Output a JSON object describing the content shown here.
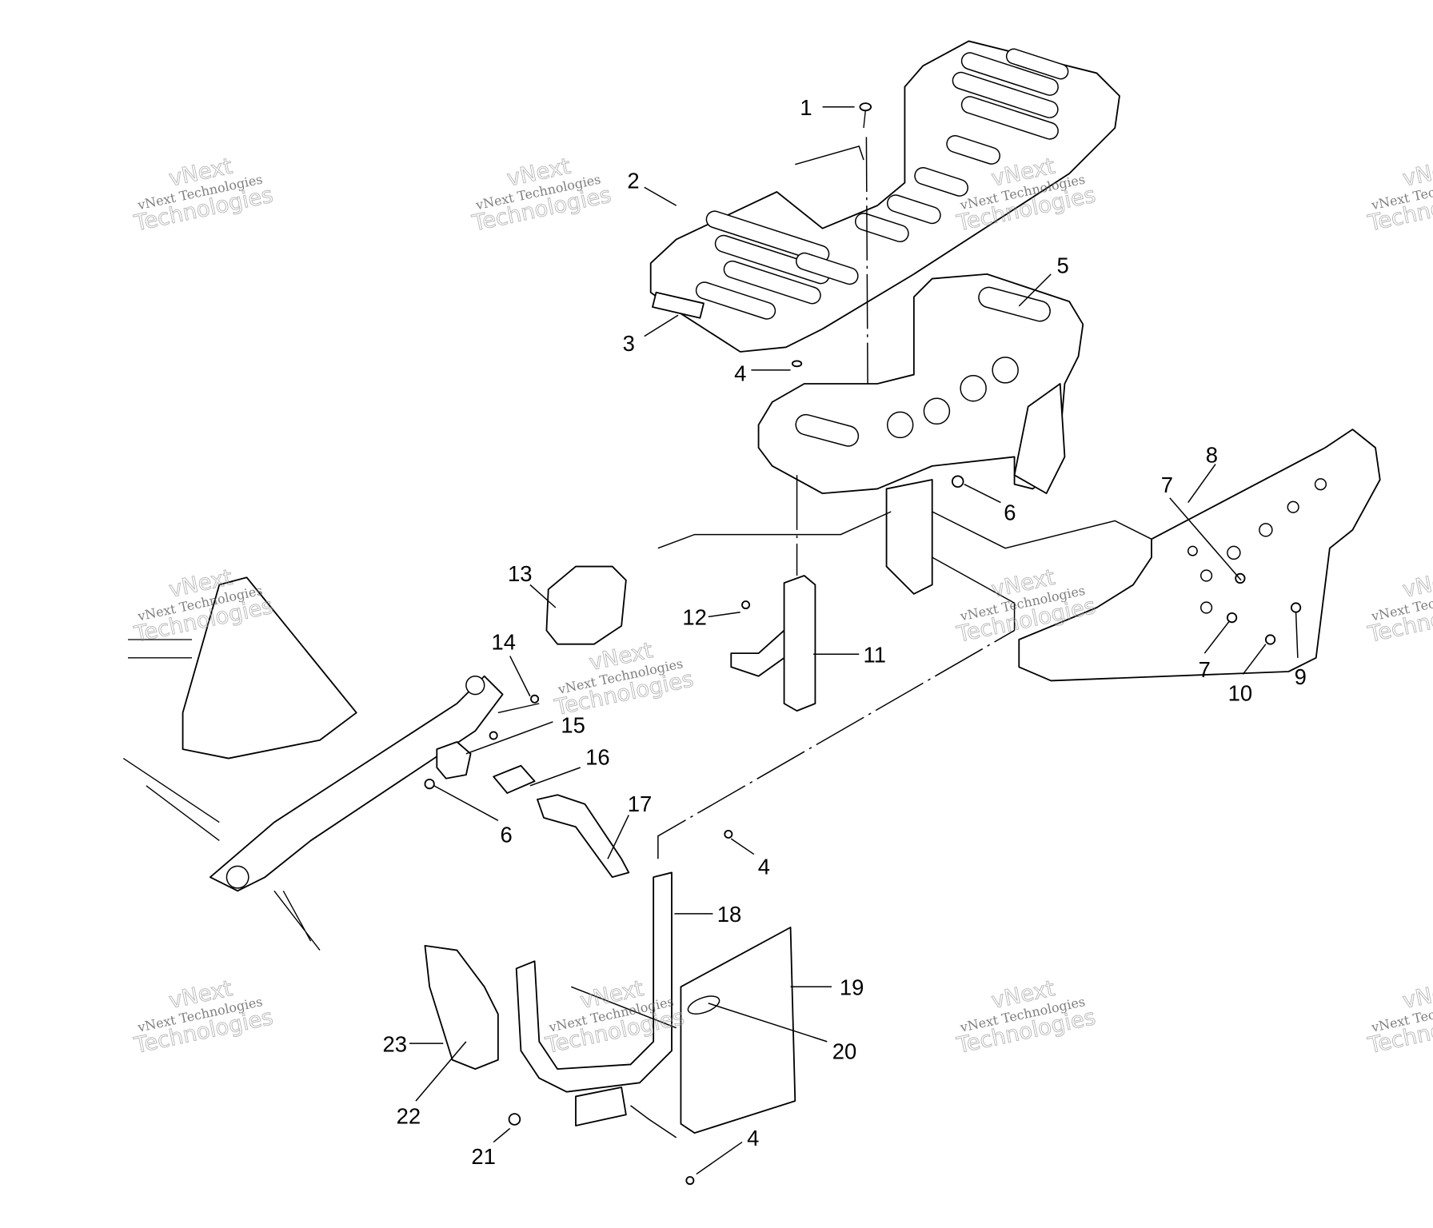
{
  "diagram": {
    "type": "exploded-parts-diagram",
    "callouts": [
      "1",
      "2",
      "3",
      "4",
      "5",
      "6",
      "7",
      "8",
      "7",
      "9",
      "10",
      "11",
      "12",
      "13",
      "14",
      "15",
      "16",
      "17",
      "6",
      "4",
      "18",
      "19",
      "20",
      "23",
      "22",
      "21",
      "4"
    ],
    "watermark": {
      "line1": "vNext",
      "line2": "vNext Technologies",
      "line3": "Technologies"
    }
  }
}
